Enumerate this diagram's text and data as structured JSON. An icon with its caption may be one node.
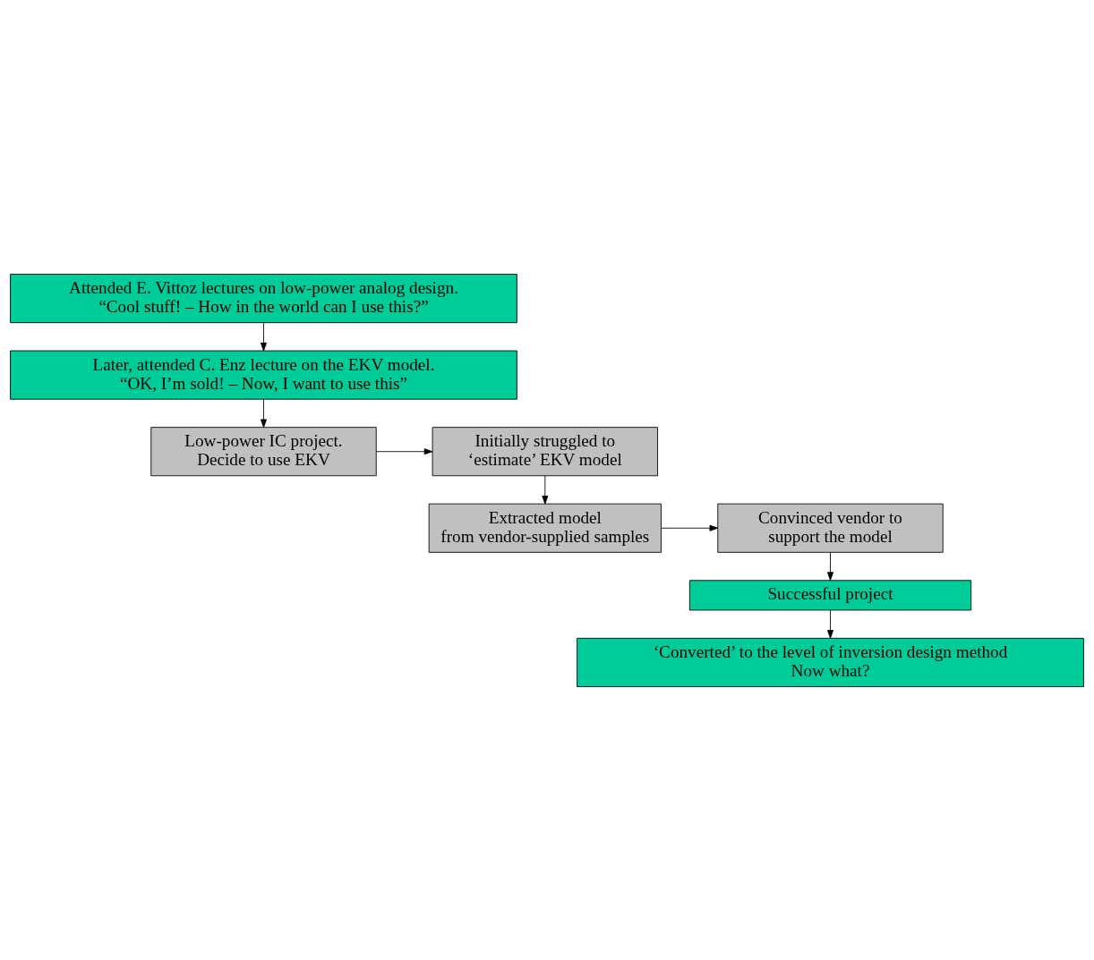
{
  "diagram": {
    "nodes": [
      {
        "text": [
          "Attended E. Vittoz lectures on low-power analog design.",
          "“Cool stuff! – How in the world can I use this?”"
        ]
      },
      {
        "text": [
          "Later, attended C. Enz lecture on the EKV model.",
          "“OK, I’m sold! – Now, I want to use this”"
        ]
      },
      {
        "text": [
          "Low-power IC project.",
          "Decide to use EKV"
        ]
      },
      {
        "text": [
          "Initially struggled to ‘estimate’ EKV model"
        ]
      },
      {
        "text": [
          "Extracted model from vendor-supplied samples"
        ]
      },
      {
        "text": [
          "Convinced vendor to support the model"
        ]
      },
      {
        "text": [
          "Successful project"
        ]
      },
      {
        "text": [
          "‘Converted’ to the level of inversion design method",
          "Now what?"
        ]
      }
    ],
    "edges": [
      {
        "from": 0,
        "to": 1,
        "arrow": "to"
      },
      {
        "from": 1,
        "to": 2,
        "arrow": "to"
      },
      {
        "from": 2,
        "to": 3,
        "arrow": "to"
      },
      {
        "from": 3,
        "to": 4,
        "arrow": "to"
      },
      {
        "from": 4,
        "to": 5,
        "arrow": "to"
      },
      {
        "from": 5,
        "to": 6,
        "arrow": "to"
      },
      {
        "from": 6,
        "to": 7,
        "arrow": "to"
      }
    ]
  }
}
